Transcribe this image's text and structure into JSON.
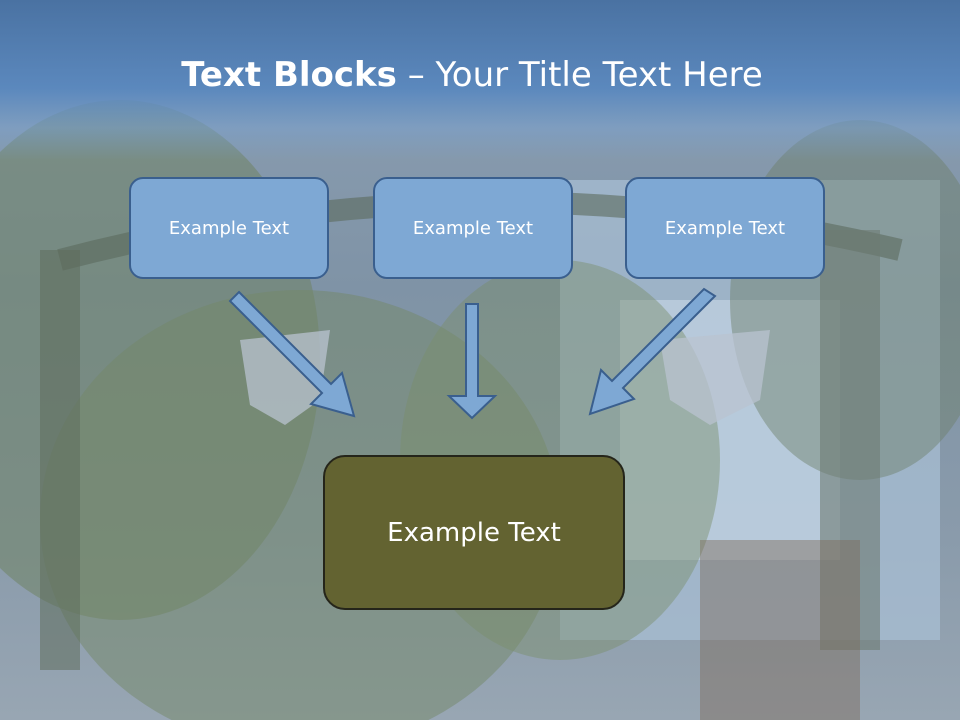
{
  "title": {
    "bold": "Text Blocks",
    "dash": " – ",
    "rest": "Your Title Text Here"
  },
  "blocks": {
    "top_left": "Example Text",
    "top_center": "Example Text",
    "top_right": "Example Text",
    "bottom": "Example Text"
  },
  "colors": {
    "title_band": "#5b88bd",
    "small_box": "#7ea8d4",
    "small_border": "#3a5f8e",
    "big_box": "#636331",
    "arrow": "#7ea8d4"
  }
}
